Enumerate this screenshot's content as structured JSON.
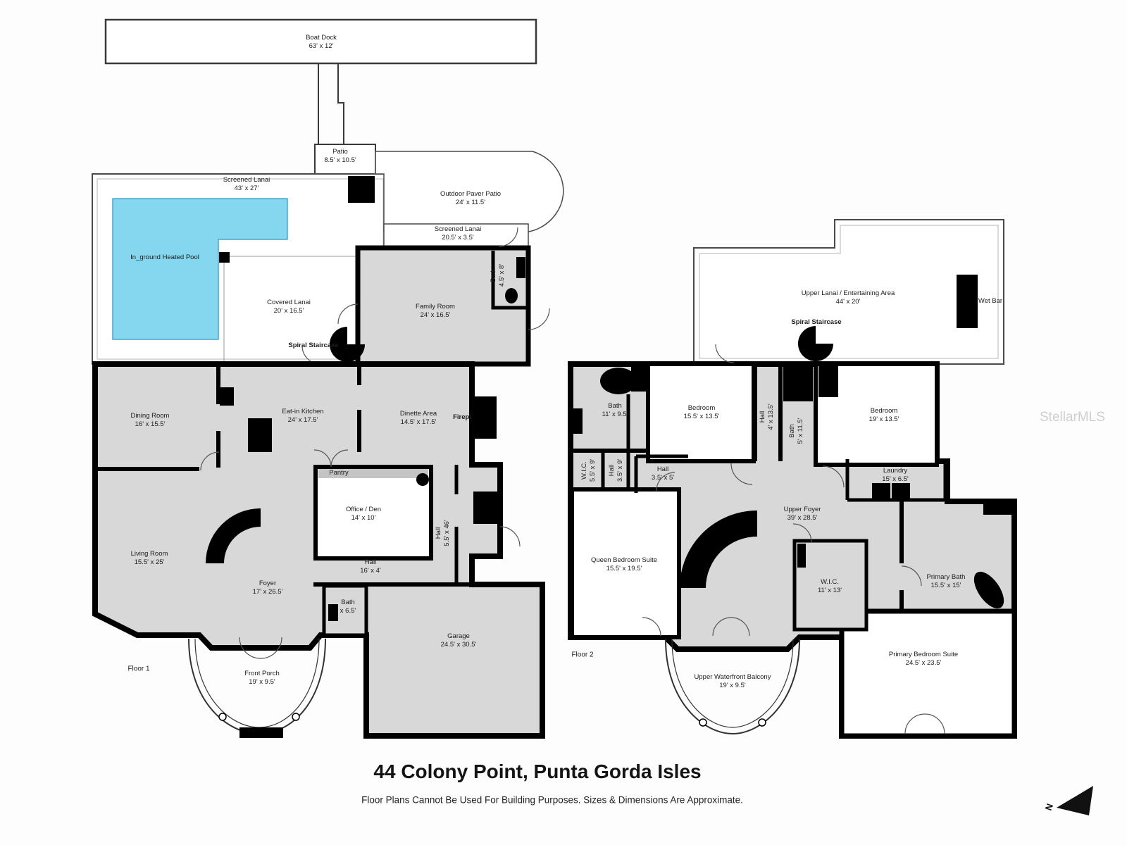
{
  "footer": {
    "title": "44 Colony Point, Punta Gorda Isles",
    "disclaimer": "Floor Plans Cannot Be Used For Building Purposes. Sizes & Dimensions Are Approximate."
  },
  "watermark": "StellarMLS",
  "north": {
    "label": "N"
  },
  "colors": {
    "pool": "#85d6ef",
    "walls": "#000000",
    "room_fill": "#d8d8d8",
    "outline": "#4a4a4a"
  },
  "floor1": {
    "label": "Floor 1",
    "rooms": {
      "boat_dock": {
        "name": "Boat Dock",
        "dims": "63' x 12'"
      },
      "patio": {
        "name": "Patio",
        "dims": "8.5' x 10.5'"
      },
      "screened_lanai": {
        "name": "Screened Lanai",
        "dims": "43' x 27'"
      },
      "pool": {
        "name": "In_ground Heated Pool",
        "dims": ""
      },
      "covered_lanai": {
        "name": "Covered Lanai",
        "dims": "20' x 16.5'"
      },
      "outdoor_paver_patio": {
        "name": "Outdoor Paver Patio",
        "dims": "24' x 11.5'"
      },
      "screened_lanai_2": {
        "name": "Screened Lanai",
        "dims": "20.5' x 3.5'"
      },
      "bath_1": {
        "name": "Bath",
        "dims": "4.5' x 8'"
      },
      "family_room": {
        "name": "Family Room",
        "dims": "24' x 16.5'"
      },
      "spiral_staircase": {
        "name": "Spiral Staircase",
        "dims": ""
      },
      "dining_room": {
        "name": "Dining Room",
        "dims": "16' x 15.5'"
      },
      "eat_in_kitchen": {
        "name": "Eat-in Kitchen",
        "dims": "24' x 17.5'"
      },
      "dinette_area": {
        "name": "Dinette Area",
        "dims": "14.5' x 17.5'"
      },
      "fireplace": {
        "name": "Firepl",
        "dims": ""
      },
      "pantry": {
        "name": "Pantry",
        "dims": ""
      },
      "office_den": {
        "name": "Office / Den",
        "dims": "14' x 10'"
      },
      "hall_long": {
        "name": "Hall",
        "dims": "5.5' x 46'"
      },
      "living_room": {
        "name": "Living Room",
        "dims": "15.5' x 25'"
      },
      "foyer": {
        "name": "Foyer",
        "dims": "17' x 26.5'"
      },
      "hall": {
        "name": "Hall",
        "dims": "16' x 4'"
      },
      "bath_2": {
        "name": "Bath",
        "dims": "x 6.5'"
      },
      "garage": {
        "name": "Garage",
        "dims": "24.5' x 30.5'"
      },
      "front_porch": {
        "name": "Front Porch",
        "dims": "19' x 9.5'"
      }
    }
  },
  "floor2": {
    "label": "Floor 2",
    "rooms": {
      "upper_lanai": {
        "name": "Upper Lanai / Entertaining Area",
        "dims": "44' x 20'"
      },
      "wet_bar": {
        "name": "Wet Bar",
        "dims": ""
      },
      "spiral_staircase": {
        "name": "Spiral Staircase",
        "dims": ""
      },
      "bath_1": {
        "name": "Bath",
        "dims": "11' x 9.5'"
      },
      "bedroom_1": {
        "name": "Bedroom",
        "dims": "15.5' x 13.5'"
      },
      "hall_1": {
        "name": "Hall",
        "dims": "4' x 13.5'"
      },
      "bath_2": {
        "name": "Bath",
        "dims": "5' x 11.5'"
      },
      "bedroom_2": {
        "name": "Bedroom",
        "dims": "19' x 13.5'"
      },
      "wic_1": {
        "name": "W.I.C.",
        "dims": "5.5' x 9'"
      },
      "hall_2": {
        "name": "Hall",
        "dims": "3.5' x 9'"
      },
      "hall_3": {
        "name": "Hall",
        "dims": "3.5' x 5'"
      },
      "laundry": {
        "name": "Laundry",
        "dims": "15' x 6.5'"
      },
      "upper_foyer": {
        "name": "Upper Foyer",
        "dims": "39' x 28.5'"
      },
      "queen_bedroom_suite": {
        "name": "Queen Bedroom Suite",
        "dims": "15.5' x 19.5'"
      },
      "wic_2": {
        "name": "W.I.C.",
        "dims": "11' x 13'"
      },
      "primary_bath": {
        "name": "Primary Bath",
        "dims": "15.5' x 15'"
      },
      "primary_bedroom_suite": {
        "name": "Primary Bedroom Suite",
        "dims": "24.5' x 23.5'"
      },
      "upper_waterfront_balcony": {
        "name": "Upper Waterfront Balcony",
        "dims": "19' x 9.5'"
      }
    }
  }
}
